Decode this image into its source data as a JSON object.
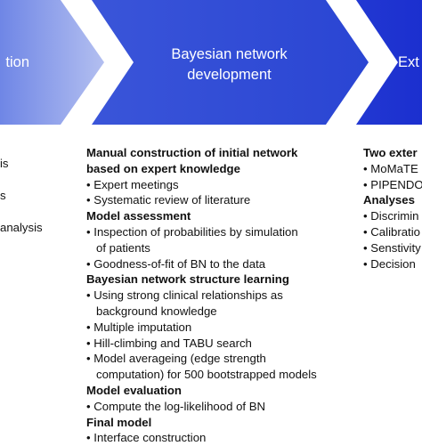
{
  "colors": {
    "chevron_light": "#a8b6ee",
    "chevron_mid": "#2f4cd6",
    "chevron_dark": "#1a2fd0",
    "text": "#111111",
    "label": "#ffffff"
  },
  "chevrons": [
    {
      "label": "tion"
    },
    {
      "label_line1": "Bayesian network",
      "label_line2": "development"
    },
    {
      "label": "Ext"
    }
  ],
  "left_column": {
    "lines": [
      "is",
      "s",
      "analysis"
    ]
  },
  "middle_column": {
    "sections": [
      {
        "heading_line1": "Manual construction of initial network",
        "heading_line2": "based on expert knowledge",
        "items": [
          "• Expert meetings",
          "• Systematic review of literature"
        ]
      },
      {
        "heading": "Model assessment",
        "items": [
          "• Inspection of probabilities by simulation",
          "of patients",
          "• Goodness-of-fit of BN to the data"
        ]
      },
      {
        "heading": "Bayesian network structure learning",
        "items": [
          "• Using strong clinical relationships as",
          "background knowledge",
          "• Multiple imputation",
          "• Hill-climbing and TABU search",
          "• Model averageing (edge strength",
          "computation) for 500 bootstrapped models"
        ]
      },
      {
        "heading": "Model evaluation",
        "items": [
          "• Compute the log-likelihood of BN"
        ]
      },
      {
        "heading": "Final model",
        "items": [
          "• Interface construction"
        ]
      }
    ]
  },
  "right_column": {
    "heading1": "Two exter",
    "items1": [
      "• MoMaTE",
      "• PIPENDO"
    ],
    "heading2": "Analyses",
    "items2": [
      "• Discrimin",
      "• Calibratio",
      "• Senstivity",
      "• Decision"
    ]
  }
}
